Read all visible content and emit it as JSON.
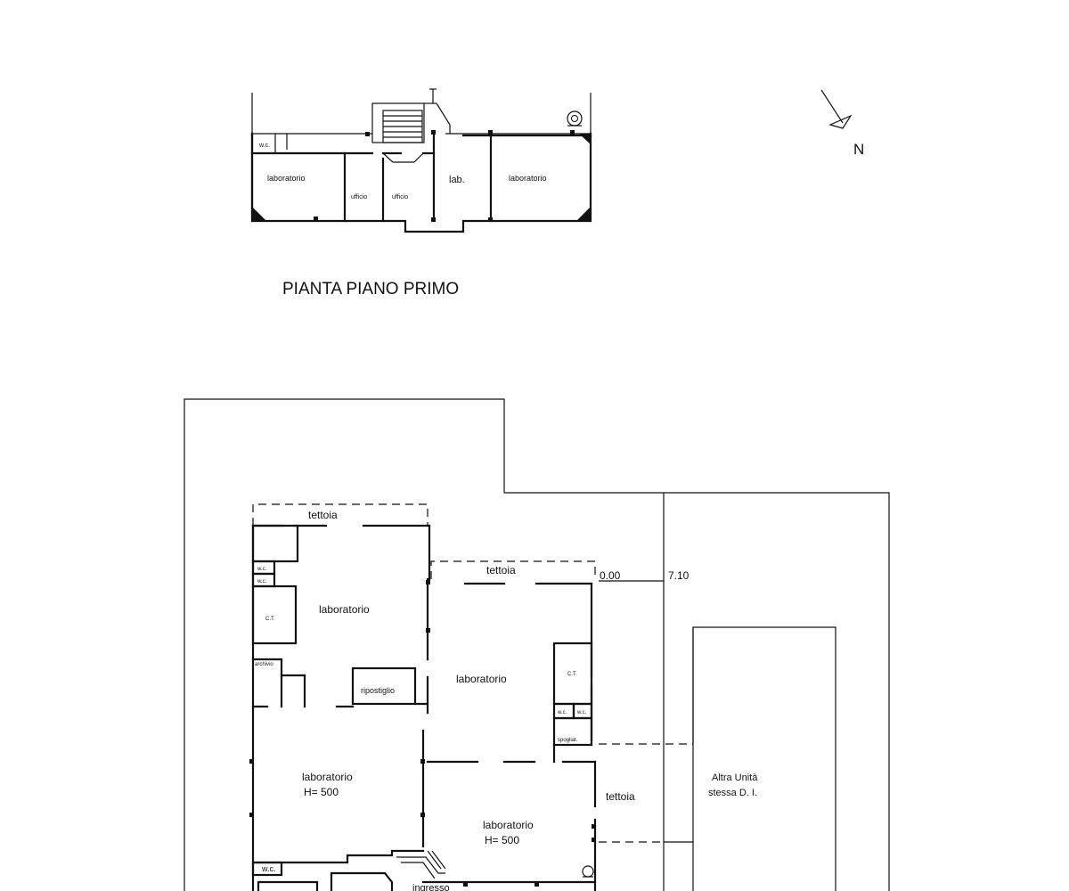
{
  "north_label": "N",
  "first_floor": {
    "title": "PIANTA PIANO PRIMO",
    "rooms": {
      "wc": "w.c.",
      "lab_west": "laboratorio",
      "ufficio_1": "ufficio",
      "ufficio_2": "ufficio",
      "lab_small": "lab.",
      "lab_east": "laboratorio"
    }
  },
  "ground_floor": {
    "rooms": {
      "tettoia_north": "tettoia",
      "tettoia_mid": "tettoia",
      "tettoia_east": "tettoia",
      "wc_1": "w.c.",
      "wc_2": "w.c.",
      "ct_west": "C.T.",
      "archivio": "archivio",
      "lab_nw": "laboratorio",
      "ripostiglio": "ripostiglio",
      "lab_ne": "laboratorio",
      "ct_east": "C.T.",
      "wc_e1": "w.c.",
      "wc_e2": "w.c.",
      "spogliat": "spogliat.",
      "lab_sw": "laboratorio",
      "lab_sw_h": "H= 500",
      "lab_se": "laboratorio",
      "lab_se_h": "H= 500",
      "wc_south": "w.c.",
      "ingresso": "ingresso"
    },
    "levels": {
      "level_0": "0.00",
      "level_1": "7.10"
    },
    "other_unit_line1": "Altra Unità",
    "other_unit_line2": "stessa  D. I."
  }
}
